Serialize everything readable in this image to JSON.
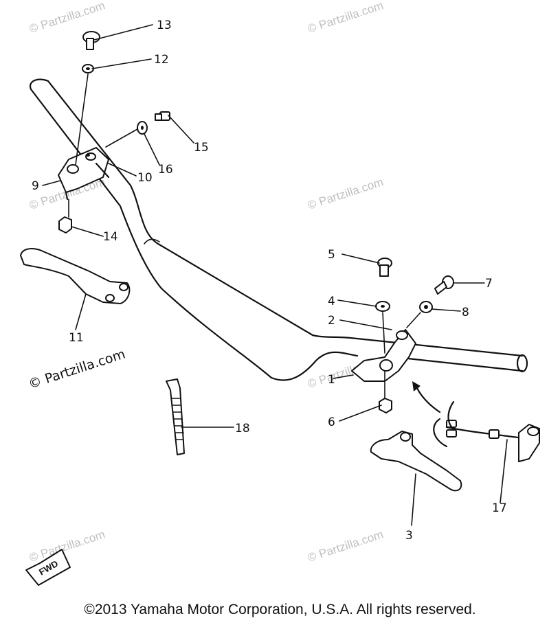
{
  "watermark": "© Partzilla.com",
  "copyright": "©2013  Yamaha Motor Corporation, U.S.A. All rights reserved.",
  "fwd_label": "FWD",
  "callouts": [
    "1",
    "2",
    "3",
    "4",
    "5",
    "6",
    "7",
    "8",
    "9",
    "10",
    "11",
    "12",
    "13",
    "14",
    "15",
    "16",
    "17",
    "18"
  ]
}
